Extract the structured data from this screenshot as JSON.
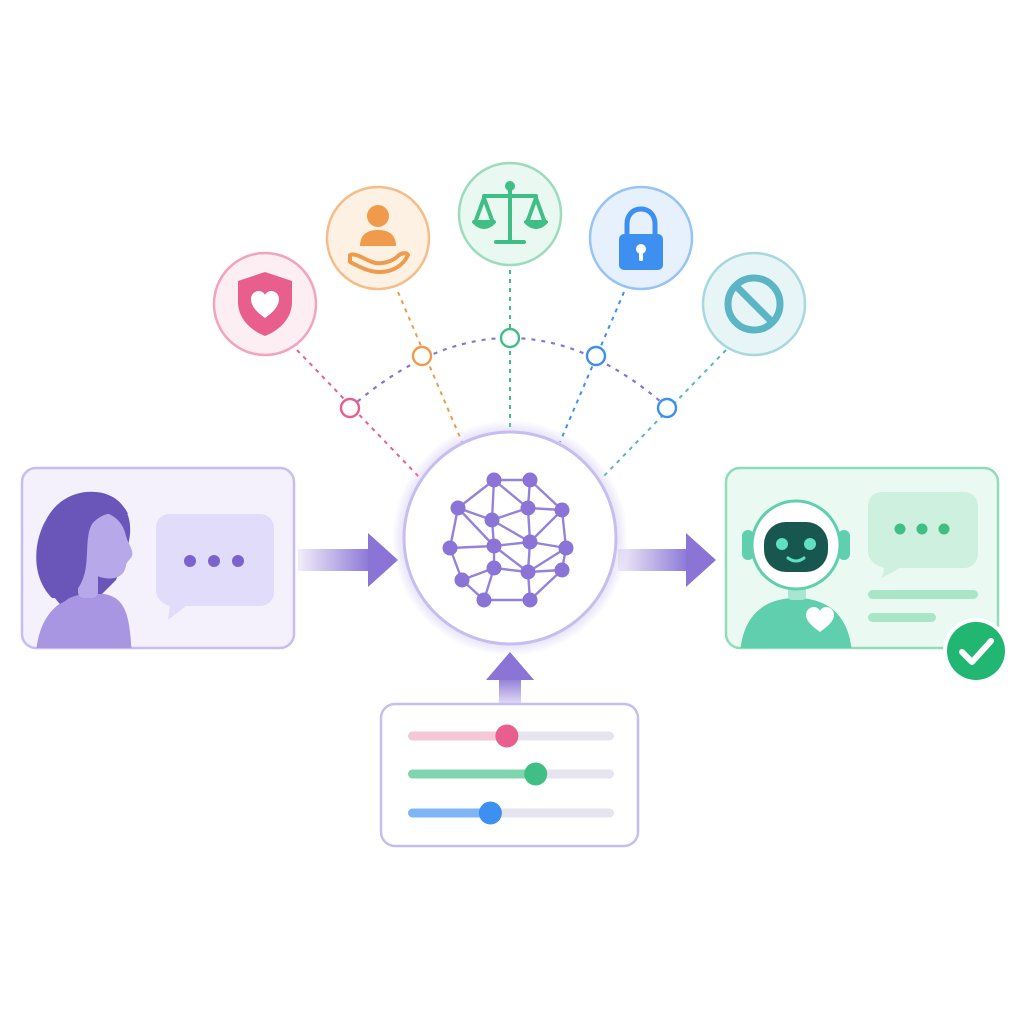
{
  "colors": {
    "purple": "#8a74d6",
    "purple_light": "#efebfb",
    "purple_border": "#c7bdf0",
    "pink": "#e85f8e",
    "orange": "#f09a4c",
    "green": "#3fbf86",
    "blue": "#3d8ff0",
    "teal": "#5bb5c4",
    "teal_dark": "#17574f",
    "robot_green": "#5fcfae",
    "check_green": "#22b673"
  },
  "principles": [
    {
      "name": "care-shield-icon",
      "color": "#e85f8e",
      "fill": "#fdeef3"
    },
    {
      "name": "helping-hand-person-icon",
      "color": "#f09a4c",
      "fill": "#fdf1e4"
    },
    {
      "name": "balance-scale-icon",
      "color": "#3fbf86",
      "fill": "#e9f8f0"
    },
    {
      "name": "padlock-icon",
      "color": "#3d8ff0",
      "fill": "#e7f1fd"
    },
    {
      "name": "prohibited-icon",
      "color": "#5bb5c4",
      "fill": "#e8f5f7"
    }
  ],
  "sliders": [
    {
      "name": "pink",
      "color": "#e85f8e",
      "track": "#f6c7d6",
      "value": 0.48
    },
    {
      "name": "green",
      "color": "#3fbf86",
      "track": "#7fd6ac",
      "value": 0.62
    },
    {
      "name": "blue",
      "color": "#3d8ff0",
      "track": "#7fb5f5",
      "value": 0.4
    }
  ],
  "icons": {
    "user_chat": "typing-bubble-icon",
    "ai_core": "neural-network-icon",
    "robot": "robot-icon",
    "check": "checkmark-icon"
  }
}
